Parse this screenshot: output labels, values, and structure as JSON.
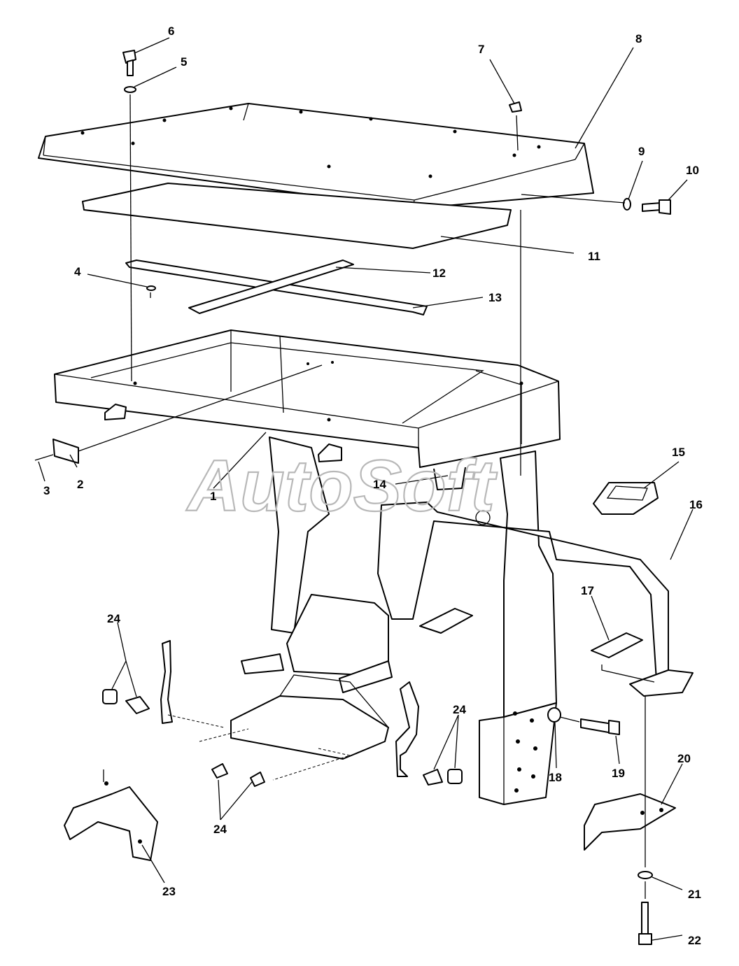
{
  "watermark": "AutoSoft",
  "callouts": [
    {
      "id": "c1",
      "text": "1"
    },
    {
      "id": "c2",
      "text": "2"
    },
    {
      "id": "c3",
      "text": "3"
    },
    {
      "id": "c4",
      "text": "4"
    },
    {
      "id": "c5",
      "text": "5"
    },
    {
      "id": "c6",
      "text": "6"
    },
    {
      "id": "c7",
      "text": "7"
    },
    {
      "id": "c8",
      "text": "8"
    },
    {
      "id": "c9",
      "text": "9"
    },
    {
      "id": "c10",
      "text": "10"
    },
    {
      "id": "c11",
      "text": "11"
    },
    {
      "id": "c12",
      "text": "12"
    },
    {
      "id": "c13",
      "text": "13"
    },
    {
      "id": "c14",
      "text": "14"
    },
    {
      "id": "c15",
      "text": "15"
    },
    {
      "id": "c16",
      "text": "16"
    },
    {
      "id": "c17",
      "text": "17"
    },
    {
      "id": "c18",
      "text": "18"
    },
    {
      "id": "c19",
      "text": "19"
    },
    {
      "id": "c20",
      "text": "20"
    },
    {
      "id": "c21",
      "text": "21"
    },
    {
      "id": "c22",
      "text": "22"
    },
    {
      "id": "c23",
      "text": "23"
    },
    {
      "id": "c24a",
      "text": "24"
    },
    {
      "id": "c24b",
      "text": "24"
    },
    {
      "id": "c24c",
      "text": "24"
    }
  ]
}
